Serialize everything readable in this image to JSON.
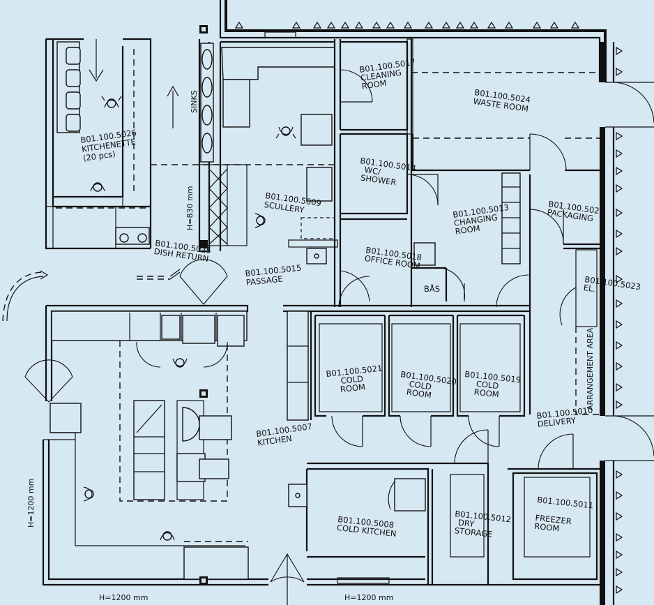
{
  "rooms": {
    "kitchenette": {
      "id": "B01.100.5026",
      "name": "KITCHENETTE",
      "note": "(20 pcs)"
    },
    "cleaning": {
      "id": "B01.100.5017",
      "name": "CLEANING",
      "name2": "ROOM"
    },
    "waste": {
      "id": "B01.100.5024",
      "name": "WASTE ROOM"
    },
    "wc": {
      "id": "B01.100.5014",
      "name": "WC/",
      "name2": "SHOWER"
    },
    "scullery": {
      "id": "B01.100.5009",
      "name": "SCULLERY"
    },
    "changing": {
      "id": "B01.100.5013",
      "name": "CHANGING",
      "name2": "ROOM"
    },
    "packaging": {
      "id": "B01.100.5022",
      "name": "PACKAGING"
    },
    "dish_return": {
      "id": "B01.100.5025",
      "name": "DISH RETURN"
    },
    "office": {
      "id": "B01.100.5018",
      "name": "OFFICE ROOM"
    },
    "passage": {
      "id": "B01.100.5015",
      "name": "PASSAGE"
    },
    "bas": {
      "name": "BÅS"
    },
    "el": {
      "id": "B01.100.5023",
      "name": "EL."
    },
    "cold_5021": {
      "id": "B01.100.5021",
      "name": "COLD",
      "name2": "ROOM"
    },
    "cold_5020": {
      "id": "B01.100.5020",
      "name": "COLD",
      "name2": "ROOM"
    },
    "cold_5019": {
      "id": "B01.100.5019",
      "name": "COLD",
      "name2": "ROOM"
    },
    "delivery": {
      "id": "B01.100.5010",
      "name": "DELIVERY"
    },
    "kitchen": {
      "id": "B01.100.5007",
      "name": "KITCHEN"
    },
    "cold_kitchen": {
      "id": "B01.100.5008",
      "name": "COLD KITCHEN"
    },
    "dry_storage": {
      "id": "B01.100.5012",
      "name": "DRY",
      "name2": "STORAGE"
    },
    "freezer": {
      "id": "B01.100.5011",
      "name": "FREEZER",
      "name2": "ROOM"
    }
  },
  "labels": {
    "sinks": "SINKS",
    "arrangement": "ARRANGEMENT AREA",
    "h830": "H=830 mm",
    "h1200_left": "H=1200 mm",
    "h1200_bottom_left": "H=1200 mm",
    "h1200_bottom_mid": "H=1200 mm"
  }
}
